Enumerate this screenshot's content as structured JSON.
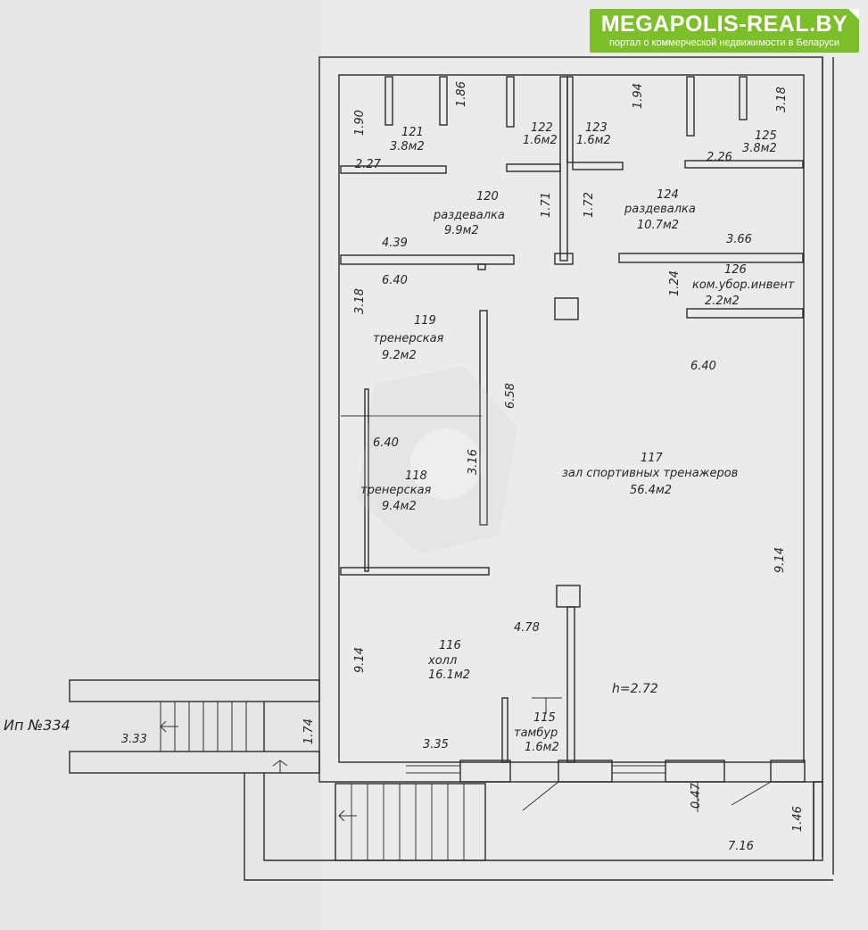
{
  "brand": {
    "name": "MEGAPOLIS-REAL.BY",
    "tagline": "портал о коммерческой недвижимости в Беларуси",
    "color": "#7cbf2a"
  },
  "plan": {
    "inventory_label": "Ип №334",
    "height_label": "h=2.72",
    "rooms": [
      {
        "num": "121",
        "area": "3.8м2"
      },
      {
        "num": "122",
        "area": "1.6м2"
      },
      {
        "num": "123",
        "area": "1.6м2"
      },
      {
        "num": "125",
        "area": "3.8м2"
      },
      {
        "num": "120",
        "name": "раздевалка",
        "area": "9.9м2"
      },
      {
        "num": "124",
        "name": "раздевалка",
        "area": "10.7м2"
      },
      {
        "num": "126",
        "name": "ком.убор.инвент",
        "area": "2.2м2"
      },
      {
        "num": "119",
        "name": "тренерская",
        "area": "9.2м2"
      },
      {
        "num": "118",
        "name": "тренерская",
        "area": "9.4м2"
      },
      {
        "num": "117",
        "name": "зал спортивных тренажеров",
        "area": "56.4м2"
      },
      {
        "num": "116",
        "name": "холл",
        "area": "16.1м2"
      },
      {
        "num": "115",
        "name": "тамбур",
        "area": "1.6м2"
      }
    ],
    "dimensions": [
      "1.90",
      "1.86",
      "1.94",
      "3.18",
      "2.27",
      "2.26",
      "1.71",
      "1.72",
      "4.39",
      "3.66",
      "6.40",
      "1.24",
      "3.18",
      "6.58",
      "6.40",
      "6.40",
      "3.16",
      "9.14",
      "4.78",
      "9.14",
      "1.74",
      "3.33",
      "3.35",
      "0.47",
      "1.46",
      "7.16"
    ]
  }
}
